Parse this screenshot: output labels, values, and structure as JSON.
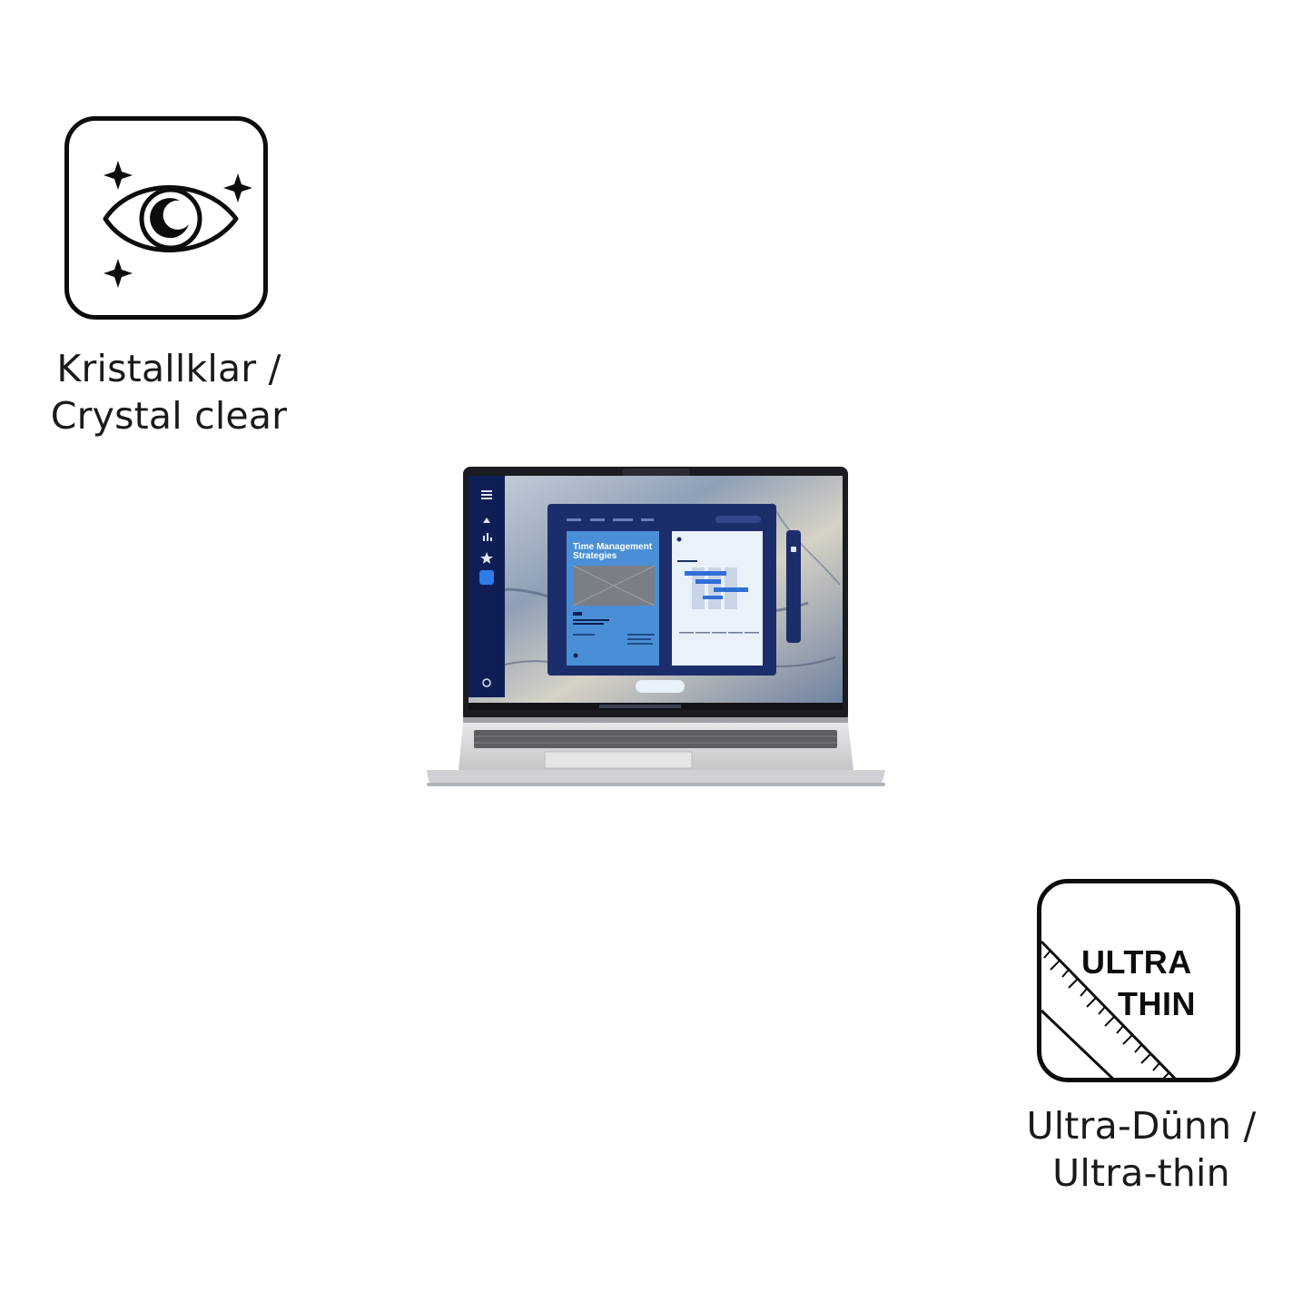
{
  "features": [
    {
      "id": "crystal-clear",
      "icon": "eye-sparkle-icon",
      "caption_line1": "Kristallklar /",
      "caption_line2": "Crystal clear"
    },
    {
      "id": "ultra-thin",
      "icon": "ruler-ultra-thin-icon",
      "icon_text_line1": "ULTRA",
      "icon_text_line2": "THIN",
      "caption_line1": "Ultra-Dünn /",
      "caption_line2": "Ultra-thin"
    }
  ],
  "laptop": {
    "screen_title_line1": "Time Management",
    "screen_title_line2": "Strategies",
    "colors": {
      "sidebar": "#0f1f56",
      "panel_blue": "#4a8fd6",
      "panel_white": "#e9f1fb",
      "chassis": "#d9dadc"
    }
  },
  "colors": {
    "ink": "#0d0d0d",
    "background": "#ffffff"
  }
}
